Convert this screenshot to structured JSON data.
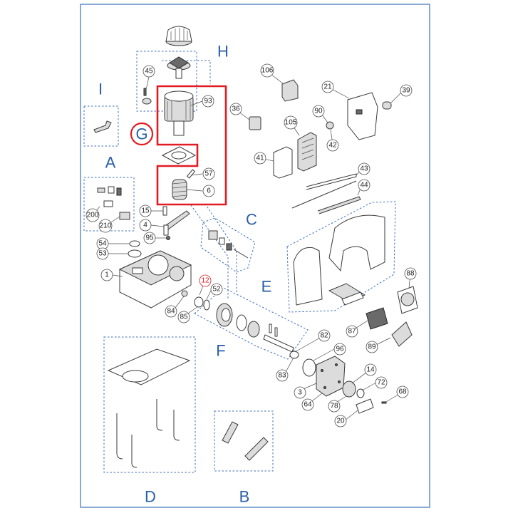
{
  "group_labels": {
    "A": "A",
    "B": "B",
    "C": "C",
    "D": "D",
    "E": "E",
    "F": "F",
    "G": "G",
    "H": "H",
    "I": "I"
  },
  "callouts": {
    "c1": "1",
    "c3": "3",
    "c4": "4",
    "c6": "6",
    "c12": "12",
    "c14": "14",
    "c15": "15",
    "c20": "20",
    "c21": "21",
    "c36": "36",
    "c39": "39",
    "c41": "41",
    "c42": "42",
    "c43": "43",
    "c44": "44",
    "c45": "45",
    "c52": "52",
    "c53": "53",
    "c54": "54",
    "c57": "57",
    "c64": "64",
    "c68": "68",
    "c72": "72",
    "c78": "78",
    "c82": "82",
    "c83": "83",
    "c84": "84",
    "c85": "85",
    "c87": "87",
    "c88": "88",
    "c89": "89",
    "c90": "90",
    "c93": "93",
    "c95": "95",
    "c96": "96",
    "c105": "105",
    "c106": "106",
    "c200": "200",
    "c210": "210"
  },
  "colors": {
    "frame": "#4a7cc0",
    "group_border": "#3d6fb5",
    "label": "#2a5fa8",
    "highlight": "#e11b22"
  }
}
